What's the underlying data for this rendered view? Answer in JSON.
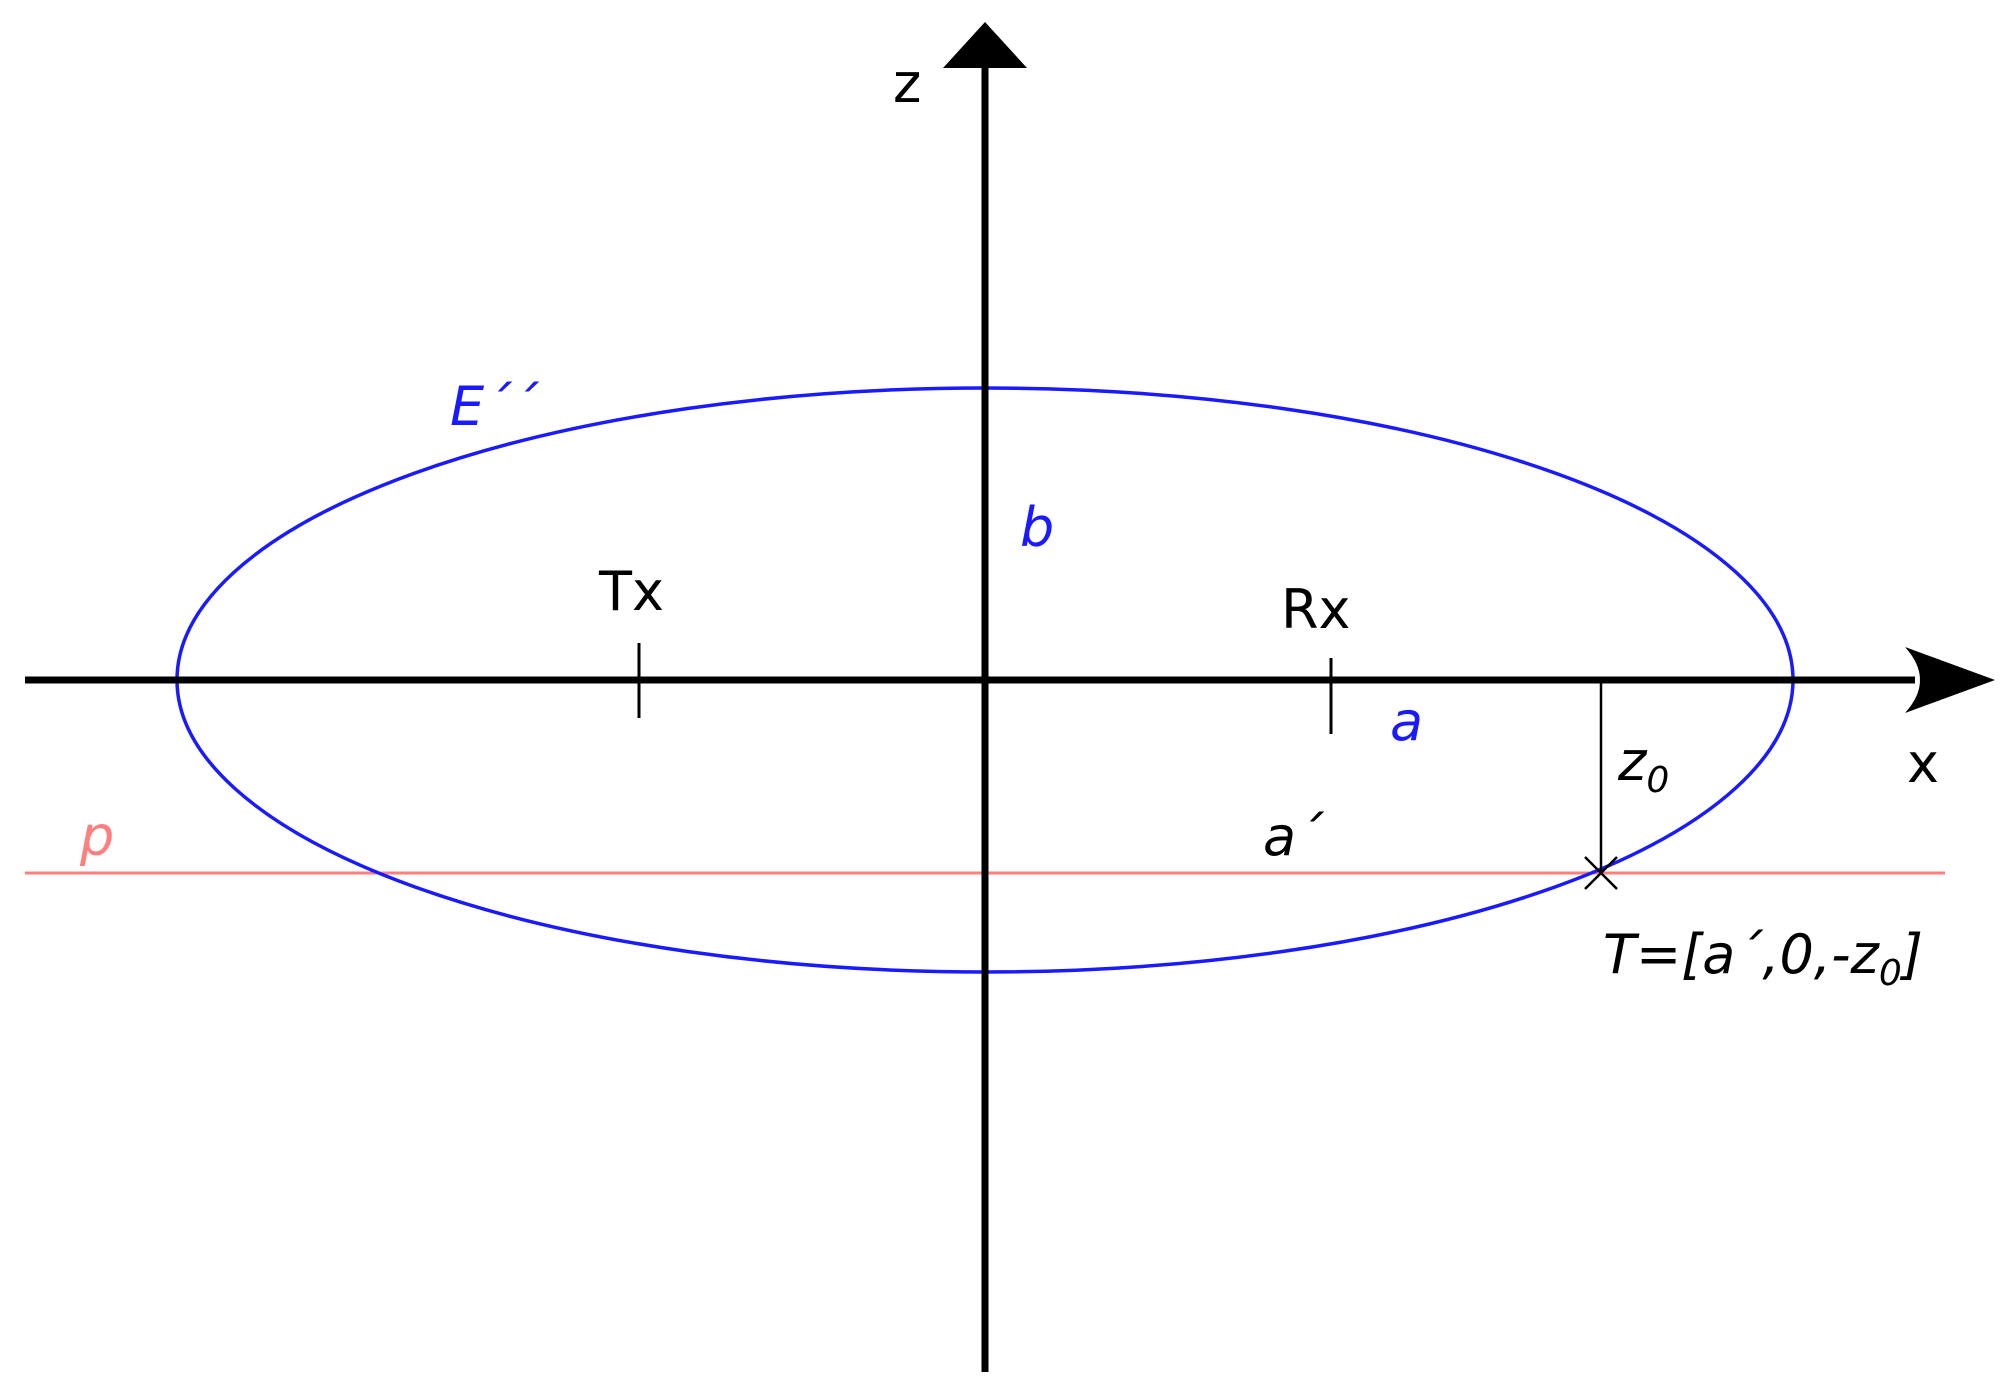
{
  "diagram": {
    "axes": {
      "x_label": "x",
      "z_label": "z"
    },
    "ellipse": {
      "label": "E´´",
      "semi_major_label": "a",
      "semi_minor_label": "b",
      "color": "#1a1aff"
    },
    "plane": {
      "label": "p",
      "color": "#ff7f7f"
    },
    "points": {
      "transmitter": "Tx",
      "receiver": "Rx"
    },
    "intersection": {
      "a_prime_label": "a´",
      "depth_label": "z",
      "depth_subscript": "0",
      "point_label_prefix": "T=[a´,0,-z",
      "point_label_subscript": "0",
      "point_label_suffix": "]"
    },
    "colors": {
      "axis": "#000000",
      "ellipse": "#1a1aff",
      "plane": "#ff7f7f",
      "text": "#000000"
    }
  }
}
